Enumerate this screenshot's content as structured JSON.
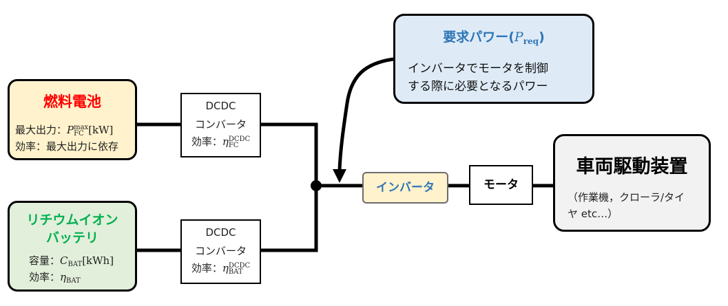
{
  "fuel_cell": {
    "title": "燃料電池",
    "max_output_label": "最大出力：",
    "max_output_symbol": "P",
    "max_output_sub": "FC",
    "max_output_sup": "max",
    "max_output_unit": "[kW]",
    "efficiency_text": "効率：最大出力に依存"
  },
  "battery": {
    "title_line1": "リチウムイオン",
    "title_line2": "バッテリ",
    "capacity_label": "容量：",
    "capacity_symbol": "C",
    "capacity_sub": "BAT",
    "capacity_unit": "[kWh]",
    "efficiency_label": "効率：",
    "efficiency_symbol": "η",
    "efficiency_sub": "BAT"
  },
  "dcdc_fc": {
    "line1": "DCDC",
    "line2": "コンバータ",
    "eff_label": "効率：",
    "eff_symbol": "η",
    "eff_sub": "FC",
    "eff_sup": "DCDC"
  },
  "dcdc_bat": {
    "line1": "DCDC",
    "line2": "コンバータ",
    "eff_label": "効率：",
    "eff_symbol": "η",
    "eff_sub": "BAT",
    "eff_sup": "DCDC"
  },
  "inverter": {
    "label": "インバータ"
  },
  "motor": {
    "label": "モータ"
  },
  "drive_unit": {
    "title": "車両駆動装置",
    "desc_line1": "（作業機，クローラ/タイ",
    "desc_line2": "ヤ etc…）"
  },
  "requested_power": {
    "title": "要求パワー(",
    "symbol": "P",
    "sub": "req",
    "title_close": ")",
    "desc_line1": "インバータでモータを制御",
    "desc_line2": "する際に必要となるパワー"
  },
  "colors": {
    "fuel_cell_fill": "#fff2cc",
    "fuel_cell_title": "#ff0000",
    "battery_fill": "#e2efda",
    "battery_title": "#00b050",
    "requested_fill": "#deebf7",
    "requested_title": "#2e75b6",
    "inverter_fill": "#fff2cc",
    "inverter_text": "#2e75b6",
    "drive_fill": "#f2f2f2"
  }
}
